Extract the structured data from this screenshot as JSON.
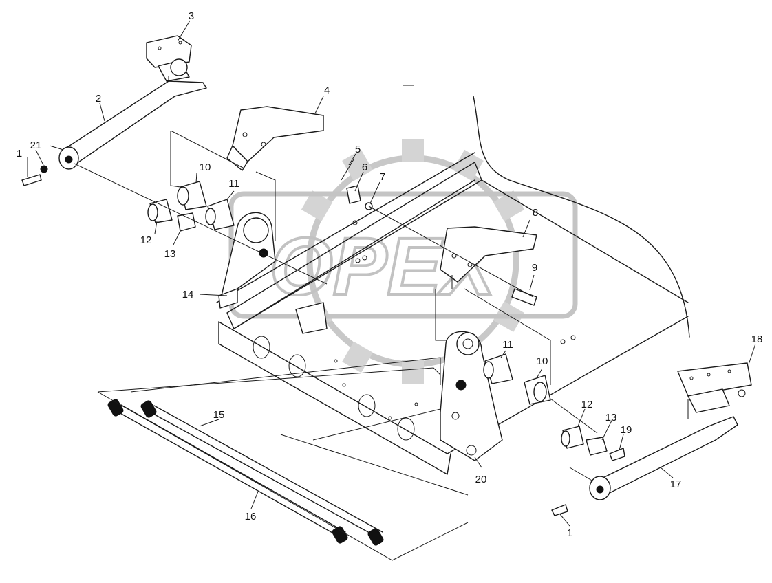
{
  "diagram": {
    "watermark": "OPEX",
    "callouts": [
      {
        "label": "1"
      },
      {
        "label": "2"
      },
      {
        "label": "3"
      },
      {
        "label": "4"
      },
      {
        "label": "5"
      },
      {
        "label": "6"
      },
      {
        "label": "7"
      },
      {
        "label": "8"
      },
      {
        "label": "9"
      },
      {
        "label": "10"
      },
      {
        "label": "11"
      },
      {
        "label": "12"
      },
      {
        "label": "13"
      },
      {
        "label": "14"
      },
      {
        "label": "15"
      },
      {
        "label": "16"
      },
      {
        "label": "17"
      },
      {
        "label": "18"
      },
      {
        "label": "19"
      },
      {
        "label": "20"
      },
      {
        "label": "21"
      }
    ]
  }
}
